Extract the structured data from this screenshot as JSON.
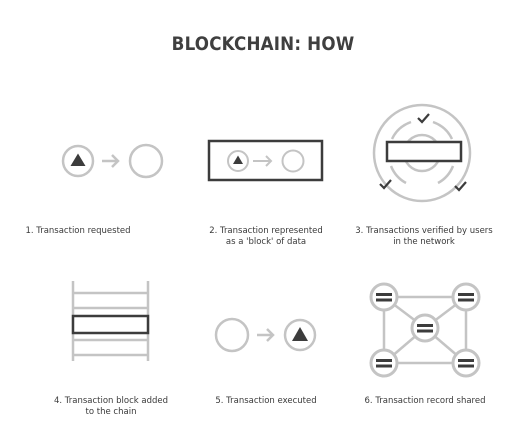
{
  "title": "BLOCKCHAIN: HOW",
  "steps": [
    {
      "lines": [
        "1. Transaction requested"
      ]
    },
    {
      "lines": [
        "2. Transaction represented",
        "as a 'block' of data"
      ]
    },
    {
      "lines": [
        "3. Transactions verified by users",
        "in the network"
      ]
    },
    {
      "lines": [
        "4. Transaction block added",
        "to the chain"
      ]
    },
    {
      "lines": [
        "5. Transaction executed"
      ]
    },
    {
      "lines": [
        "6. Transaction record shared"
      ]
    }
  ],
  "colors": {
    "dark": "#3c3c3c",
    "light": "#c4c4c4",
    "title": "#3f3f3f"
  },
  "icons": [
    "triangle-in-circle-icon",
    "arrow-right-icon",
    "empty-circle-icon",
    "data-block-icon",
    "verification-rings-icon",
    "checkmark-icon",
    "chain-stack-icon",
    "network-nodes-icon"
  ]
}
